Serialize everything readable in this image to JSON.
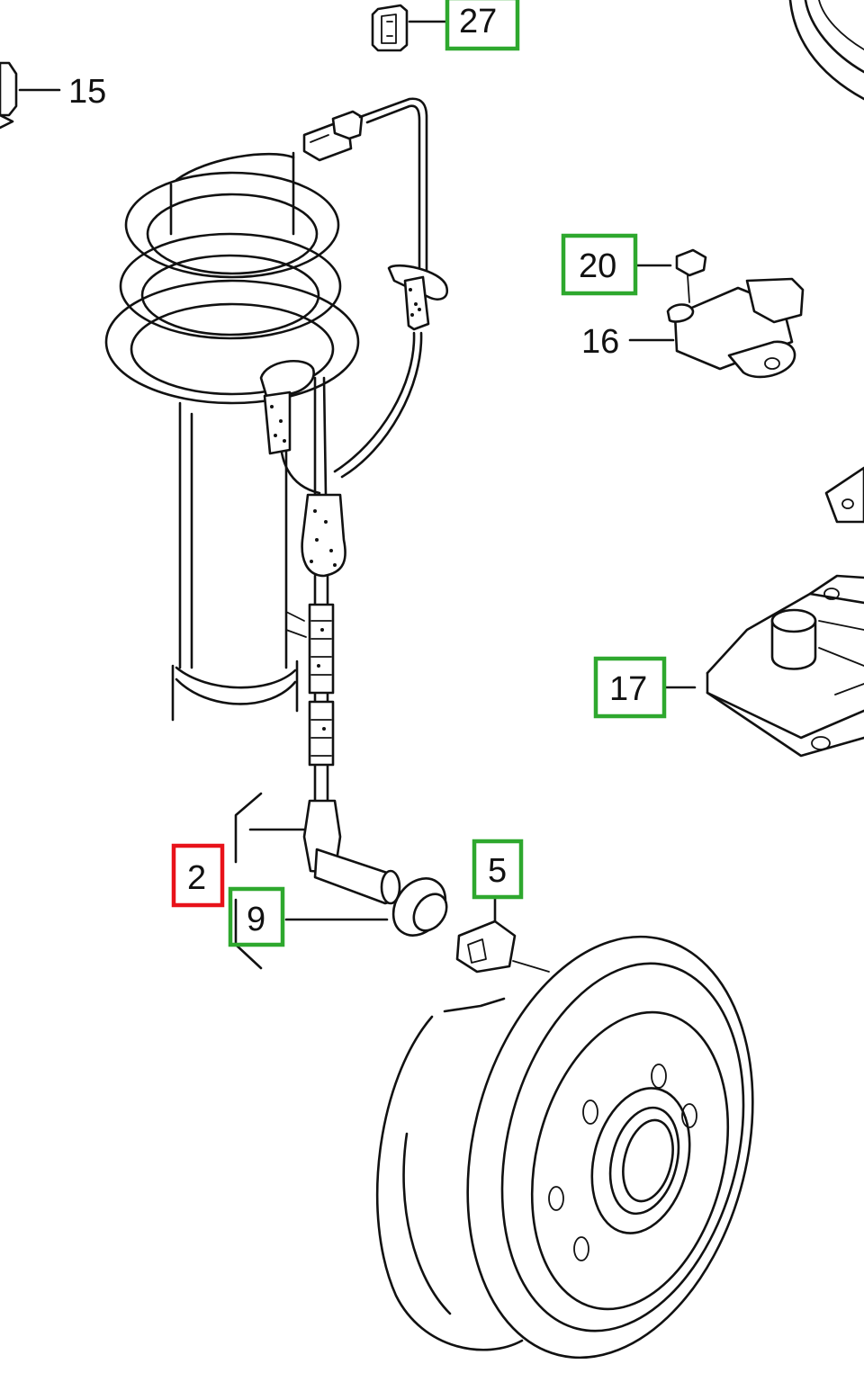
{
  "callouts": [
    {
      "id": "27",
      "text": "27",
      "highlight": "green"
    },
    {
      "id": "15",
      "text": "15",
      "highlight": "none"
    },
    {
      "id": "20",
      "text": "20",
      "highlight": "green"
    },
    {
      "id": "16",
      "text": "16",
      "highlight": "none"
    },
    {
      "id": "17",
      "text": "17",
      "highlight": "green"
    },
    {
      "id": "2",
      "text": "2",
      "highlight": "red"
    },
    {
      "id": "9",
      "text": "9",
      "highlight": "green"
    },
    {
      "id": "5",
      "text": "5",
      "highlight": "green"
    }
  ],
  "colors": {
    "line": "#111111",
    "background": "#ffffff",
    "highlight_green": "#2ea82e",
    "highlight_red": "#e8121a"
  }
}
